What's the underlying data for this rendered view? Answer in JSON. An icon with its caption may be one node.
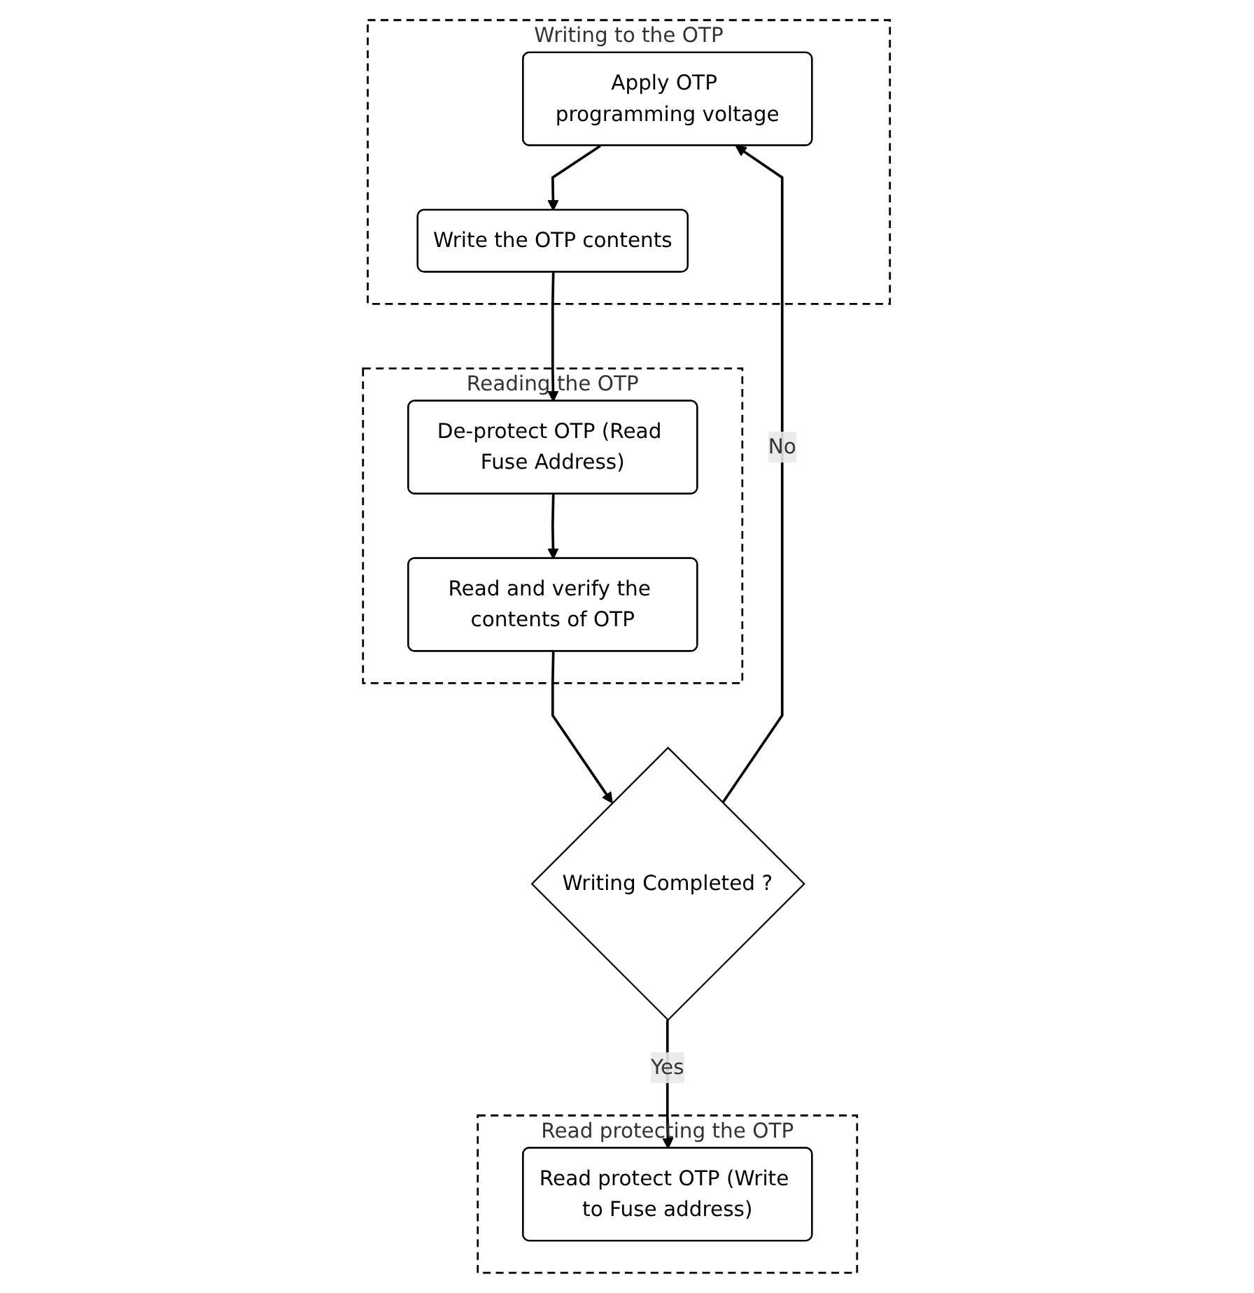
{
  "diagram": {
    "nodes": [
      {
        "text": [
          "Writing to the OTP"
        ]
      },
      {
        "text": [
          "Apply OTP programming voltage"
        ],
        "in": 0
      },
      {
        "text": [
          "Write the OTP contents"
        ],
        "in": 0
      },
      {
        "text": [
          "Reading the OTP"
        ]
      },
      {
        "text": [
          "De-protect OTP (Read Fuse Address)"
        ],
        "in": 3
      },
      {
        "text": [
          "Read and verify the contents of OTP"
        ],
        "in": 3
      },
      {
        "text": [
          "Writing Completed ?"
        ]
      },
      {
        "text": [
          "Read protecting the OTP"
        ]
      },
      {
        "text": [
          "Read protect OTP (Write to Fuse address)"
        ],
        "in": 7
      }
    ],
    "edges": [
      {
        "from": 1,
        "to": 2,
        "arrow": "to"
      },
      {
        "from": 2,
        "to": 4,
        "arrow": "to"
      },
      {
        "from": 4,
        "to": 5,
        "arrow": "to"
      },
      {
        "from": 5,
        "to": 6,
        "arrow": "to"
      },
      {
        "from": 6,
        "to": 1,
        "arrow": "to",
        "label": "No"
      },
      {
        "from": 6,
        "to": 8,
        "arrow": "to",
        "label": "Yes"
      }
    ]
  }
}
